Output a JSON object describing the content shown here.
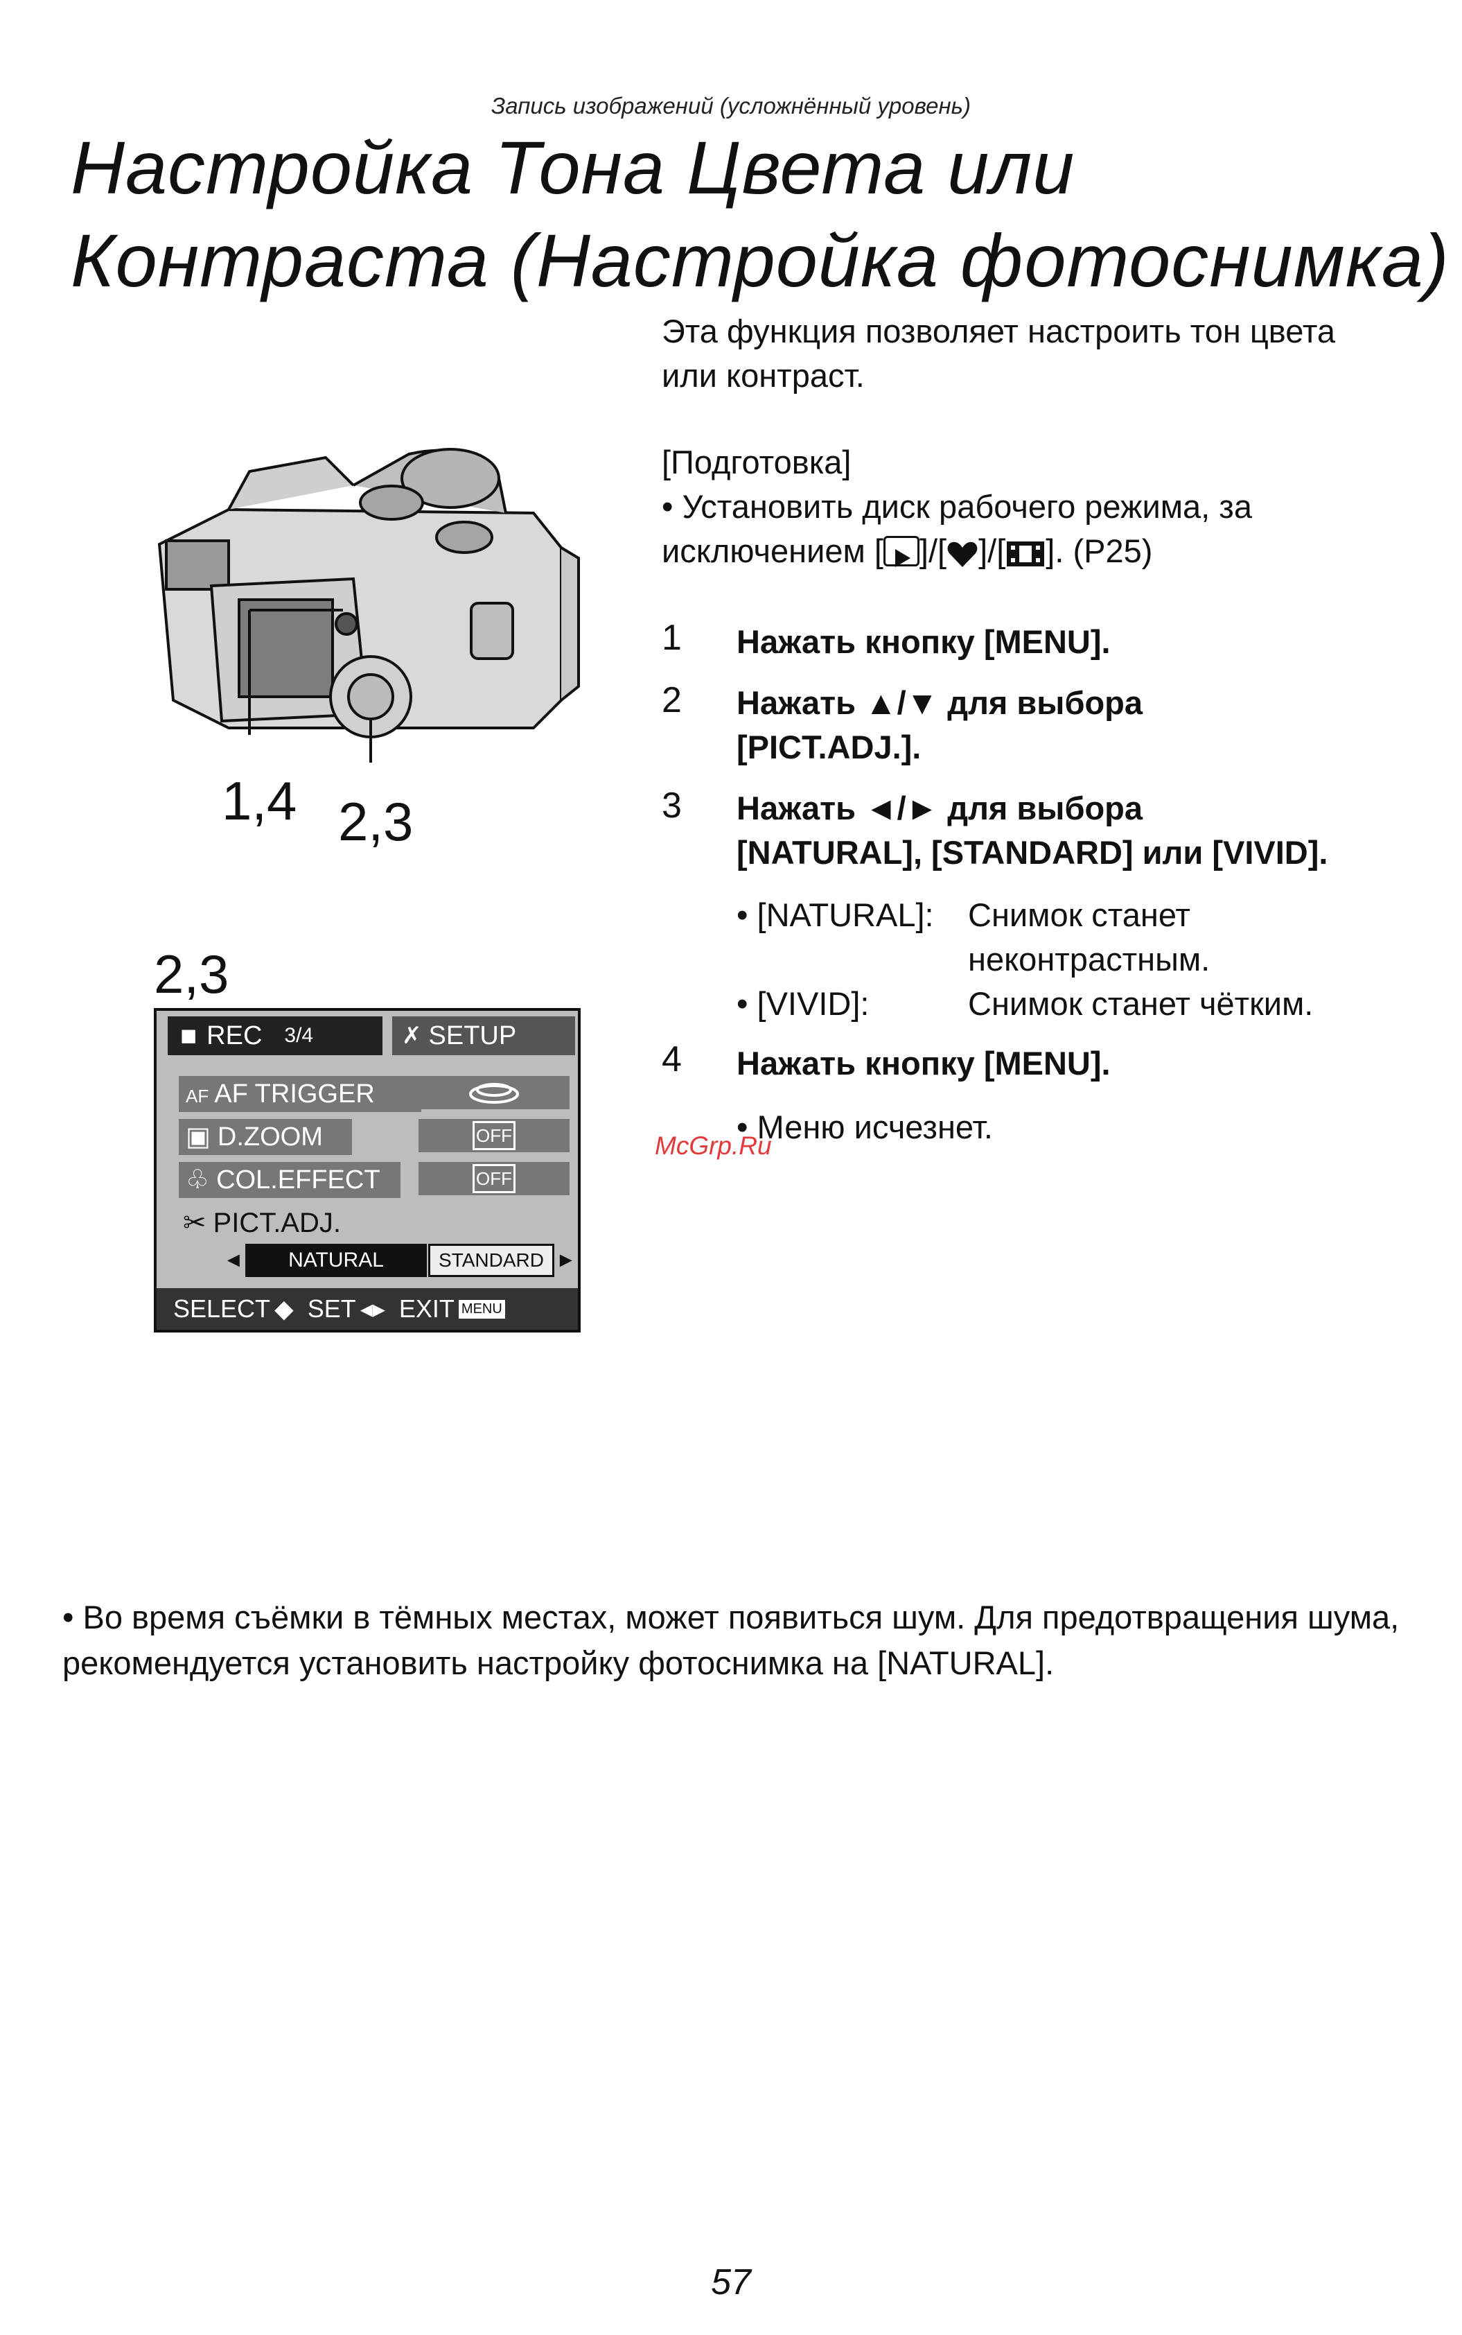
{
  "header": {
    "section": "Запись изображений (усложнённый уровень)"
  },
  "title": {
    "line1": "Настройка Тона Цвета или",
    "line2": "Контраста (Настройка фотоснимка)"
  },
  "intro": "Эта функция позволяет настроить тон цвета или контраст.",
  "preparation": {
    "label": "[Подготовка]",
    "bullet_prefix": "• Установить диск рабочего режима, за исключением [",
    "bullet_mid1": "]/[",
    "bullet_mid2": "]/[",
    "bullet_suffix": "]. (P25)"
  },
  "illustration": {
    "callout_a": "1,4",
    "callout_b": "2,3",
    "screen_label": "2,3"
  },
  "lcd_menu": {
    "tab_rec": "REC",
    "tab_page": "3/4",
    "tab_setup": "SETUP",
    "rows": [
      {
        "label": "AF TRIGGER",
        "prefix": "AF"
      },
      {
        "label": "D.ZOOM",
        "value": "OFF"
      },
      {
        "label": "COL.EFFECT",
        "value": "OFF"
      }
    ],
    "pict_adj_label": "PICT.ADJ.",
    "options": [
      "NATURAL",
      "STANDARD"
    ],
    "footer": {
      "select": "SELECT",
      "set": "SET",
      "exit": "EXIT",
      "menu": "MENU"
    }
  },
  "steps": [
    {
      "num": "1",
      "text": "Нажать кнопку [MENU]."
    },
    {
      "num": "2",
      "text_line1": "Нажать ▲/▼ для выбора",
      "text_line2": "[PICT.ADJ.]."
    },
    {
      "num": "3",
      "text_line1": "Нажать ◄/► для выбора",
      "text_line2": "[NATURAL], [STANDARD] или [VIVID]."
    },
    {
      "num": "4",
      "text": "Нажать кнопку [MENU]."
    }
  ],
  "step3_notes": [
    {
      "key": "• [NATURAL]:",
      "desc_line1": "Снимок станет",
      "desc_line2": "неконтрастным."
    },
    {
      "key": "• [VIVID]:",
      "desc_line1": "Снимок станет чётким."
    }
  ],
  "step4_note": "• Меню исчезнет.",
  "watermark": "McGrp.Ru",
  "footer_note": "• Во время съёмки в тёмных местах, может появиться шум. Для предотвращения шума, рекомендуется установить настройку фотоснимка на [NATURAL].",
  "page_number": "57"
}
